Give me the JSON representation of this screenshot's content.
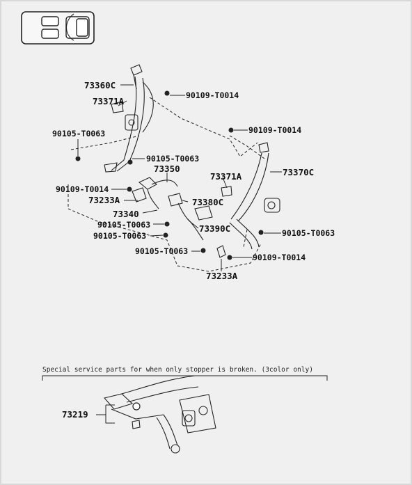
{
  "diagram": {
    "labels": {
      "p73360C": "73360C",
      "p73371A_left": "73371A",
      "p90109_T0014_top": "90109-T0014",
      "p90105_T0063_left": "90105-T0063",
      "p90109_T0014_right": "90109-T0014",
      "p90105_T0063_mid": "90105-T0063",
      "p73350": "73350",
      "p73371A_right": "73371A",
      "p73370C": "73370C",
      "p90109_T0014_left": "90109-T0014",
      "p73233A_left": "73233A",
      "p73380C": "73380C",
      "p73340": "73340",
      "p90105_T0063_a": "90105-T0063",
      "p73390C": "73390C",
      "p90105_T0063_right": "90105-T0063",
      "p90105_T0063_b": "90105-T0063",
      "p90105_T0063_c": "90105-T0063",
      "p90109_T0014_bottom": "90109-T0014",
      "p73233A_bottom": "73233A",
      "p73219": "73219"
    },
    "note": "Special service parts for when only stopper is broken. (3color only)"
  }
}
